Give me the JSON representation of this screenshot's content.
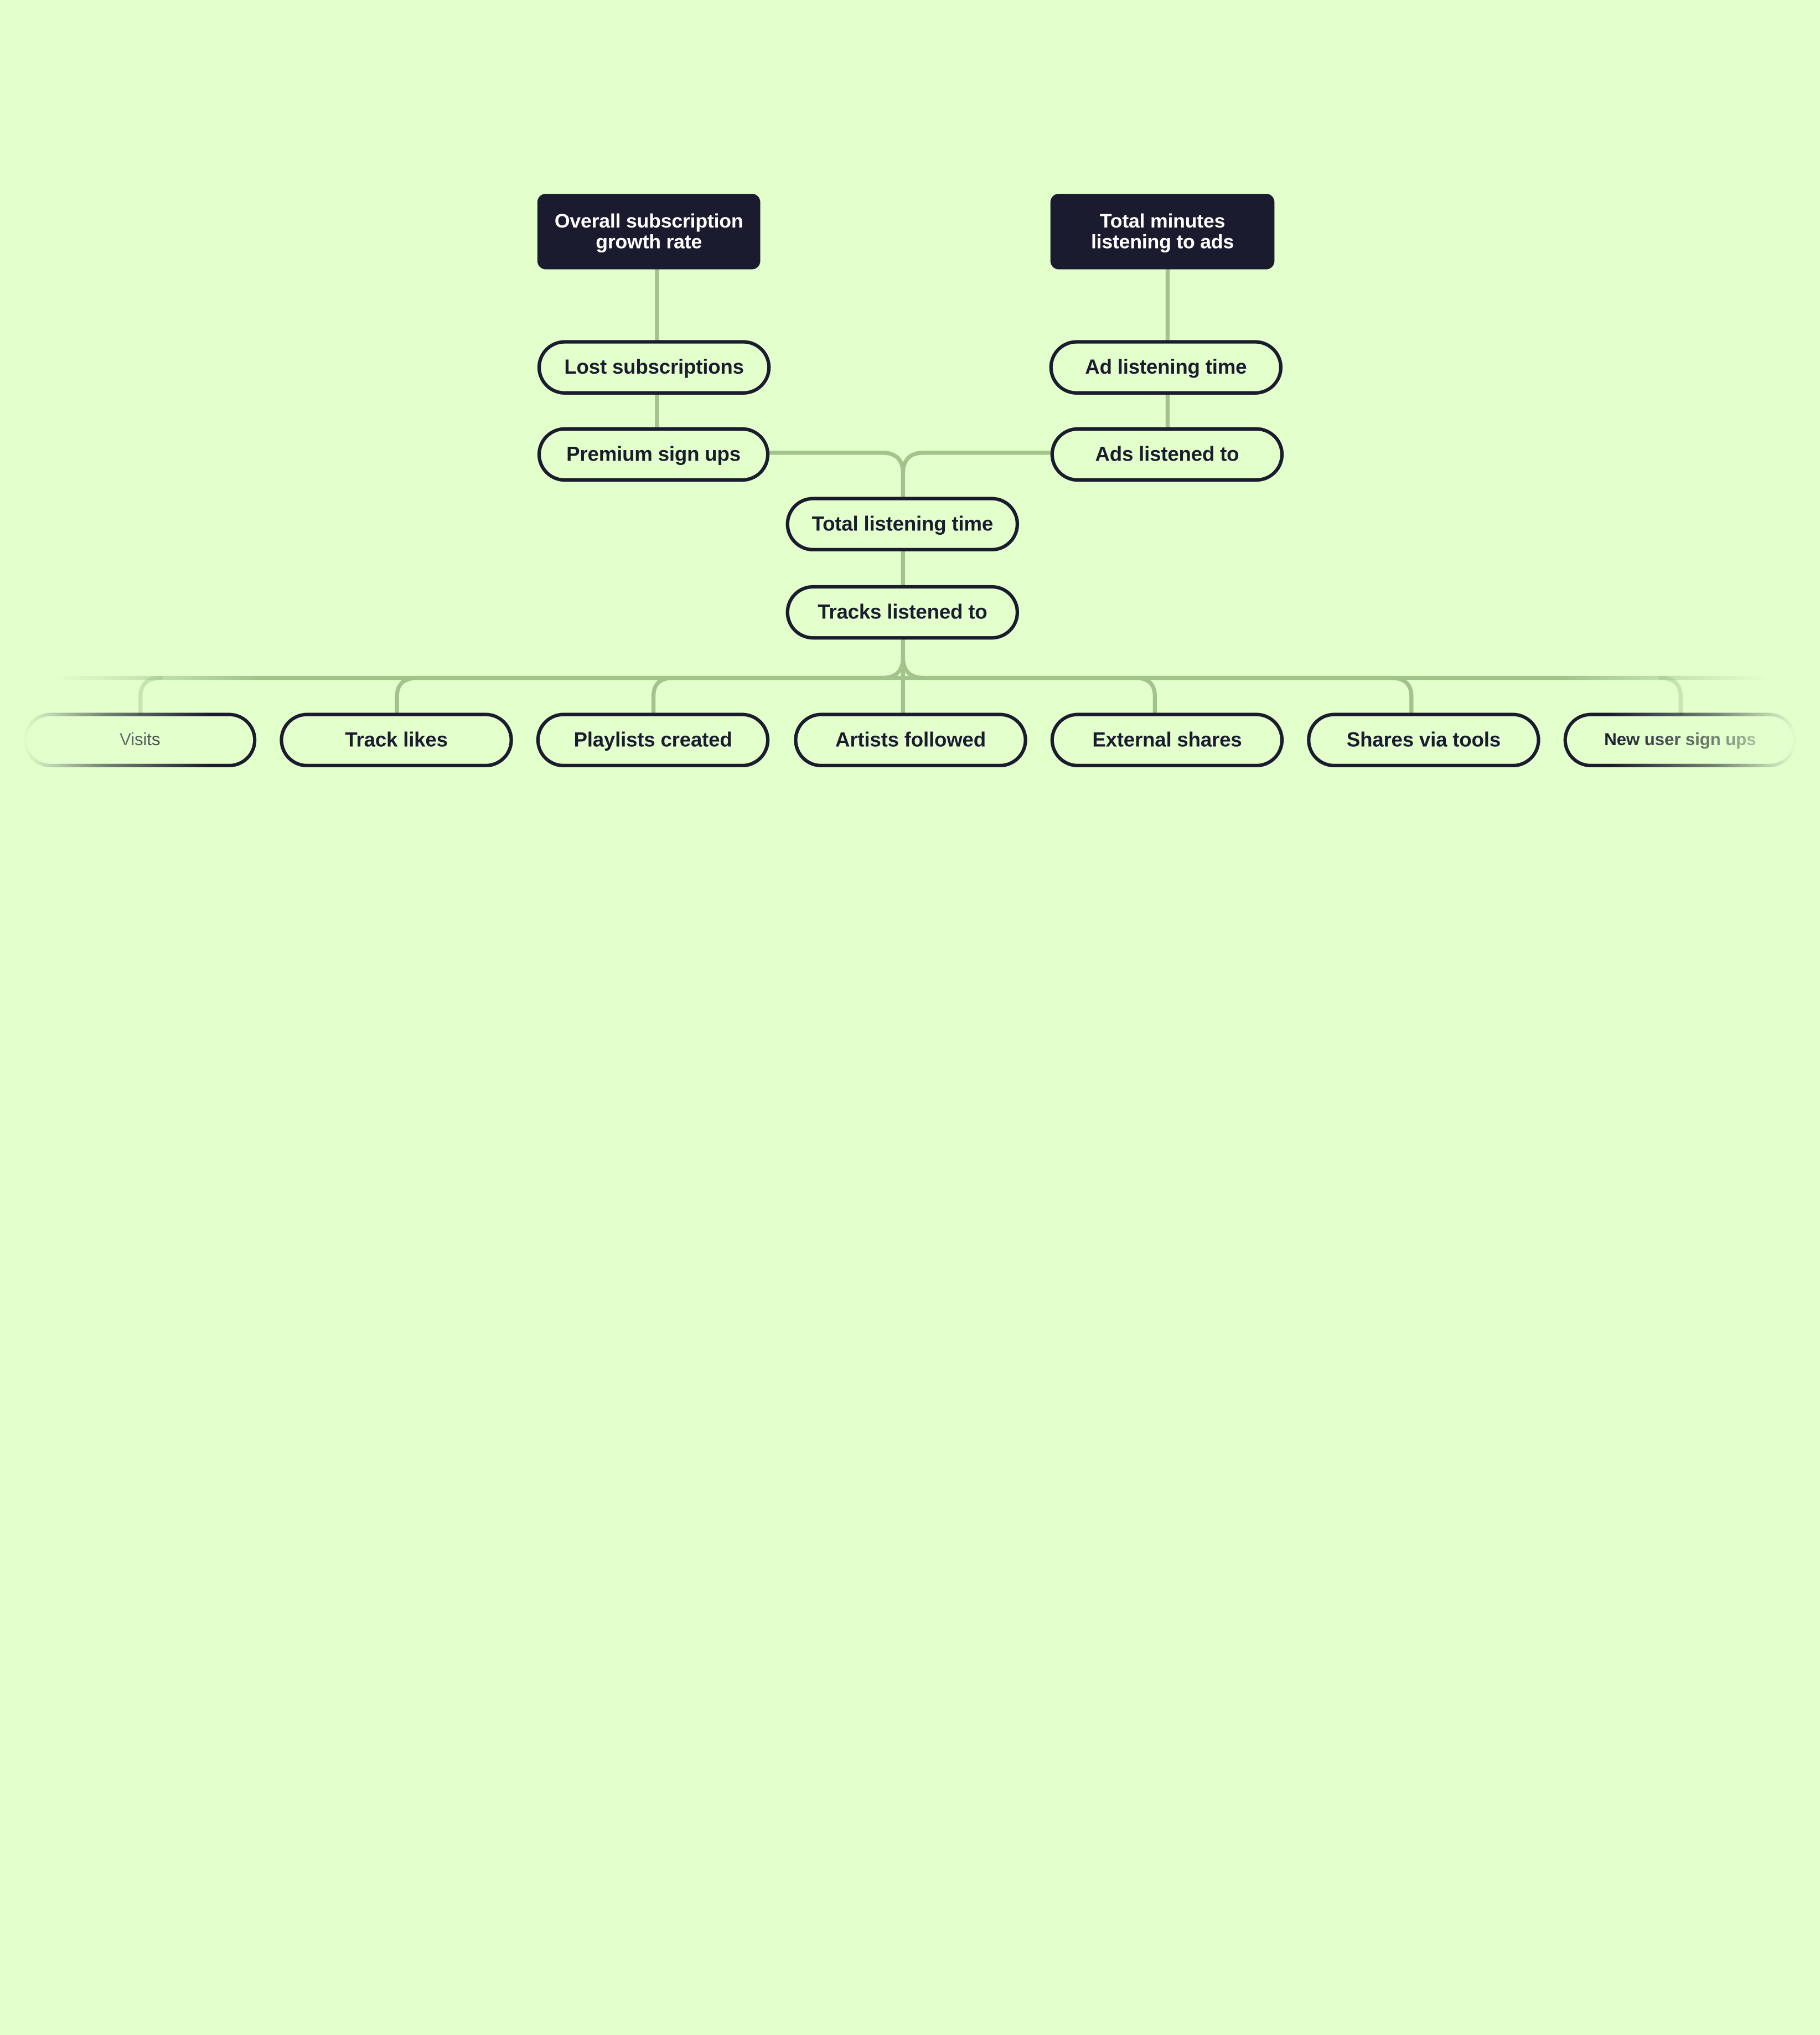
{
  "theme": {
    "background": "#e2ffcc",
    "node_dark": "#1b1b2f",
    "node_text_light": "#ffffff",
    "connector": "#a2c48b"
  },
  "top_nodes": {
    "subscription_growth": [
      "Overall subscription",
      "growth rate"
    ],
    "ad_minutes": [
      "Total minutes",
      "listening to ads"
    ]
  },
  "nodes": {
    "lost_subscriptions": "Lost subscriptions",
    "premium_sign_ups": "Premium sign ups",
    "ad_listening_time": "Ad listening time",
    "ads_listened_to": "Ads listened to",
    "total_listening_time": "Total listening time",
    "tracks_listened_to": "Tracks listened to"
  },
  "leaf_nodes": [
    "Visits",
    "Track likes",
    "Playlists created",
    "Artists followed",
    "External shares",
    "Shares via tools",
    "New user sign ups"
  ]
}
